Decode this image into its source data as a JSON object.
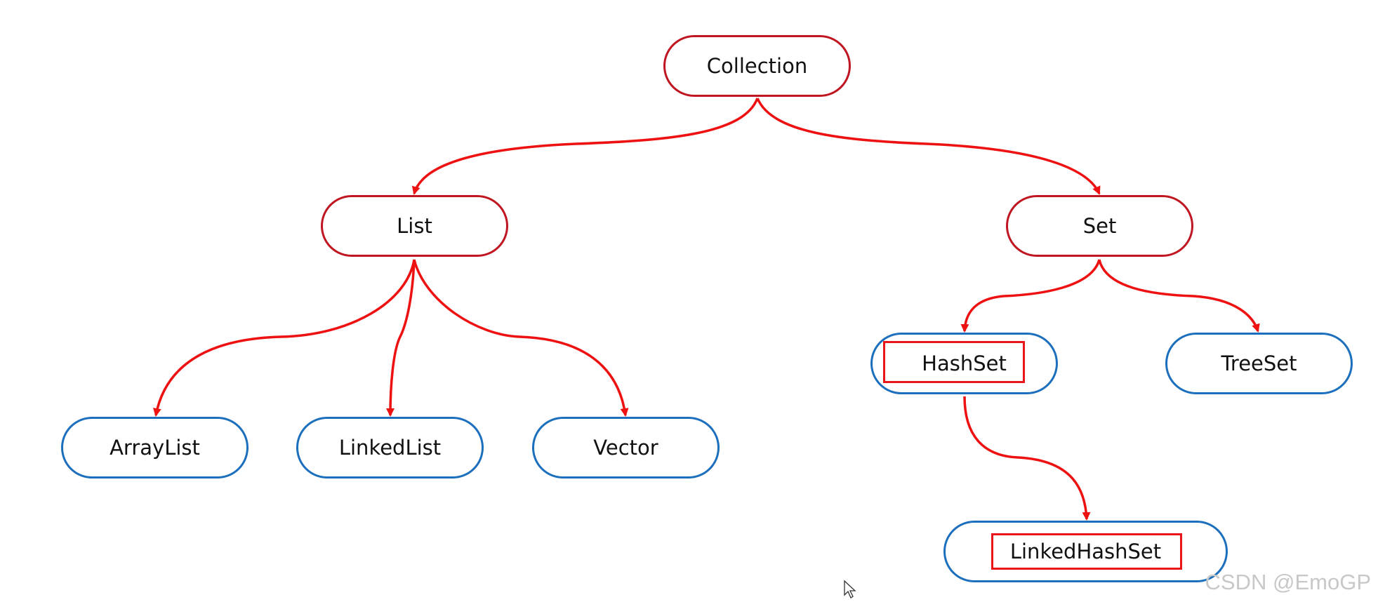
{
  "colors": {
    "interface_border": "#c01622",
    "class_border": "#1c6fbd",
    "arrow": "#ee1111",
    "highlight": "#e8151b",
    "text": "#111111",
    "watermark": "#c8c8c8"
  },
  "nodes": {
    "collection": "Collection",
    "list": "List",
    "set": "Set",
    "arraylist": "ArrayList",
    "linkedlist": "LinkedList",
    "vector": "Vector",
    "hashset": "HashSet",
    "treeset": "TreeSet",
    "linkedhashset": "LinkedHashSet"
  },
  "edges": [
    {
      "from": "Collection",
      "to": "List"
    },
    {
      "from": "Collection",
      "to": "Set"
    },
    {
      "from": "List",
      "to": "ArrayList"
    },
    {
      "from": "List",
      "to": "LinkedList"
    },
    {
      "from": "List",
      "to": "Vector"
    },
    {
      "from": "Set",
      "to": "HashSet"
    },
    {
      "from": "Set",
      "to": "TreeSet"
    },
    {
      "from": "HashSet",
      "to": "LinkedHashSet"
    }
  ],
  "highlighted": [
    "HashSet",
    "LinkedHashSet"
  ],
  "watermark": "CSDN @EmoGP"
}
